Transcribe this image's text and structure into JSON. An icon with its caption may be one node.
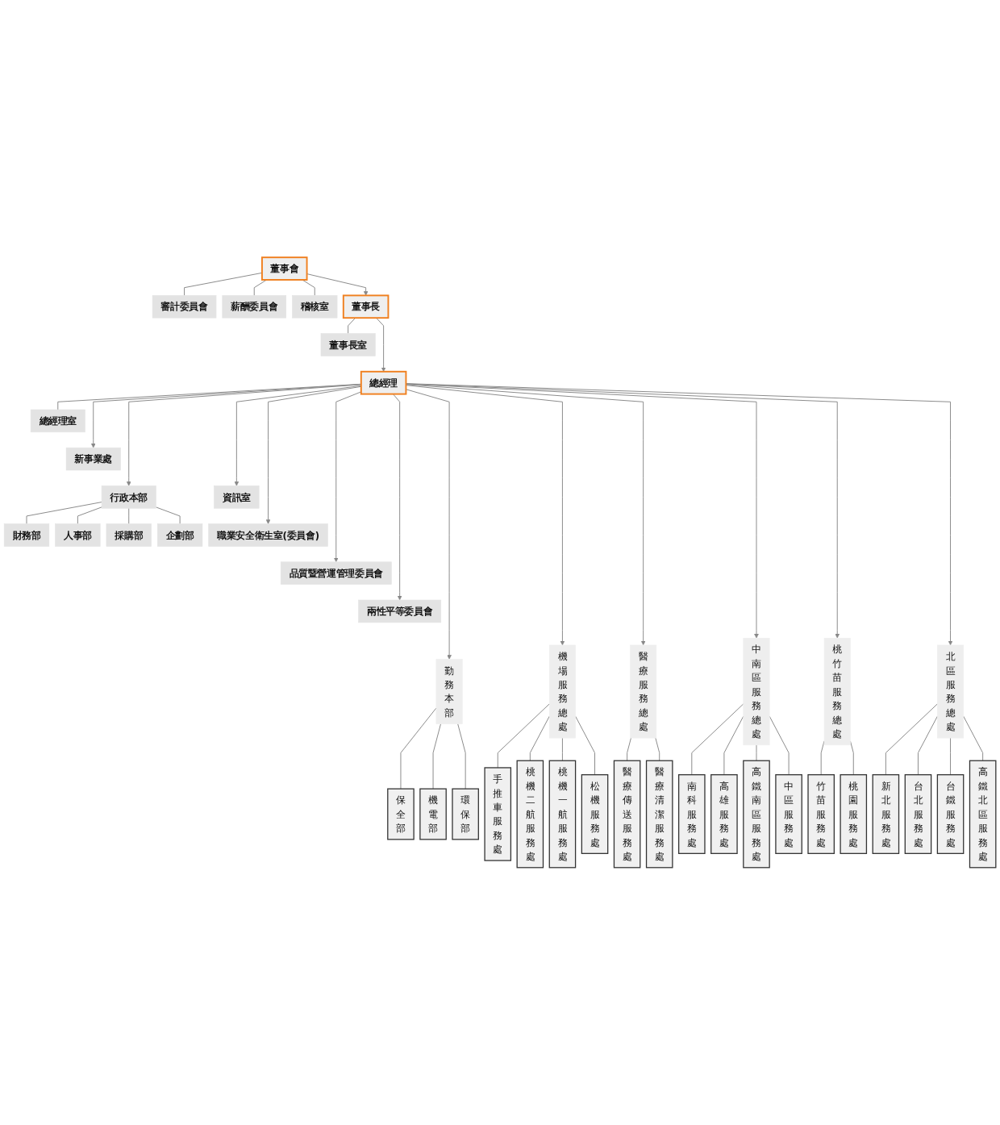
{
  "diagram": {
    "nodes": [
      {
        "text": [
          "董事會"
        ]
      },
      {
        "text": [
          "審計委員會"
        ]
      },
      {
        "text": [
          "薪酬委員會"
        ]
      },
      {
        "text": [
          "稽核室"
        ]
      },
      {
        "text": [
          "董事長室"
        ]
      },
      {
        "text": [
          "董事長"
        ]
      },
      {
        "text": [
          "總經理室"
        ]
      },
      {
        "text": [
          "總經理"
        ]
      },
      {
        "text": [
          "財務部"
        ]
      },
      {
        "text": [
          "人事部"
        ]
      },
      {
        "text": [
          "採購部"
        ]
      },
      {
        "text": [
          "企劃部"
        ]
      },
      {
        "text": [
          "行政本部"
        ]
      },
      {
        "text": [
          "新事業處"
        ]
      },
      {
        "text": [
          "資訊室"
        ]
      },
      {
        "text": [
          "職業安全衛生室(委員會)"
        ]
      },
      {
        "text": [
          "品質暨營運管理委員會"
        ]
      },
      {
        "text": [
          "兩性平等委員會"
        ]
      },
      {
        "text": [
          "勤務本部"
        ]
      },
      {
        "text": [
          "機場服務總處"
        ]
      },
      {
        "text": [
          "醫療服務總處"
        ]
      },
      {
        "text": [
          "中南區服務總處"
        ]
      },
      {
        "text": [
          "桃竹苗服務總處"
        ]
      },
      {
        "text": [
          "北區服務總處"
        ]
      },
      {
        "text": [
          "保全部"
        ]
      },
      {
        "text": [
          "機電部"
        ]
      },
      {
        "text": [
          "環保部"
        ]
      },
      {
        "text": [
          "手推車服務處"
        ]
      },
      {
        "text": [
          "桃機二航服務處"
        ]
      },
      {
        "text": [
          "桃機一航服務處"
        ]
      },
      {
        "text": [
          "松機服務處"
        ]
      },
      {
        "text": [
          "醫療傳送服務處"
        ]
      },
      {
        "text": [
          "醫療清潔服務處"
        ]
      },
      {
        "text": [
          "南科服務處"
        ]
      },
      {
        "text": [
          "高雄服務處"
        ]
      },
      {
        "text": [
          "高鐵南區服務處"
        ]
      },
      {
        "text": [
          "中區服務處"
        ]
      },
      {
        "text": [
          "竹苗服務處"
        ]
      },
      {
        "text": [
          "桃園服務處"
        ]
      },
      {
        "text": [
          "新北服務處"
        ]
      },
      {
        "text": [
          "台北服務處"
        ]
      },
      {
        "text": [
          "台鐵服務處"
        ]
      },
      {
        "text": [
          "高鐵北區服務處"
        ]
      }
    ],
    "edges": [
      {
        "from": 0,
        "to": 1,
        "arrow": "none"
      },
      {
        "from": 0,
        "to": 2,
        "arrow": "none"
      },
      {
        "from": 0,
        "to": 3,
        "arrow": "none"
      },
      {
        "from": 0,
        "to": 5,
        "arrow": "to"
      },
      {
        "from": 5,
        "to": 4,
        "arrow": "none"
      },
      {
        "from": 5,
        "to": 7,
        "arrow": "to"
      },
      {
        "from": 7,
        "to": 6,
        "arrow": "none"
      },
      {
        "from": 7,
        "to": 12,
        "arrow": "to"
      },
      {
        "from": 12,
        "to": 8,
        "arrow": "none"
      },
      {
        "from": 12,
        "to": 9,
        "arrow": "none"
      },
      {
        "from": 12,
        "to": 10,
        "arrow": "none"
      },
      {
        "from": 12,
        "to": 11,
        "arrow": "none"
      },
      {
        "from": 7,
        "to": 13,
        "arrow": "to"
      },
      {
        "from": 7,
        "to": 14,
        "arrow": "to"
      },
      {
        "from": 7,
        "to": 15,
        "arrow": "to"
      },
      {
        "from": 7,
        "to": 16,
        "arrow": "to"
      },
      {
        "from": 7,
        "to": 17,
        "arrow": "to"
      },
      {
        "from": 7,
        "to": 18,
        "arrow": "to"
      },
      {
        "from": 7,
        "to": 19,
        "arrow": "to"
      },
      {
        "from": 7,
        "to": 20,
        "arrow": "to"
      },
      {
        "from": 7,
        "to": 21,
        "arrow": "to"
      },
      {
        "from": 7,
        "to": 22,
        "arrow": "to"
      },
      {
        "from": 7,
        "to": 23,
        "arrow": "to"
      },
      {
        "from": 18,
        "to": 24,
        "arrow": "none"
      },
      {
        "from": 18,
        "to": 25,
        "arrow": "none"
      },
      {
        "from": 18,
        "to": 26,
        "arrow": "none"
      },
      {
        "from": 19,
        "to": 27,
        "arrow": "none"
      },
      {
        "from": 19,
        "to": 28,
        "arrow": "none"
      },
      {
        "from": 19,
        "to": 29,
        "arrow": "none"
      },
      {
        "from": 19,
        "to": 30,
        "arrow": "none"
      },
      {
        "from": 20,
        "to": 31,
        "arrow": "none"
      },
      {
        "from": 20,
        "to": 32,
        "arrow": "none"
      },
      {
        "from": 21,
        "to": 33,
        "arrow": "none"
      },
      {
        "from": 21,
        "to": 34,
        "arrow": "none"
      },
      {
        "from": 21,
        "to": 35,
        "arrow": "none"
      },
      {
        "from": 21,
        "to": 36,
        "arrow": "none"
      },
      {
        "from": 22,
        "to": 37,
        "arrow": "none"
      },
      {
        "from": 22,
        "to": 38,
        "arrow": "none"
      },
      {
        "from": 23,
        "to": 39,
        "arrow": "none"
      },
      {
        "from": 23,
        "to": 40,
        "arrow": "none"
      },
      {
        "from": 23,
        "to": 41,
        "arrow": "none"
      },
      {
        "from": 23,
        "to": 42,
        "arrow": "none"
      }
    ]
  }
}
